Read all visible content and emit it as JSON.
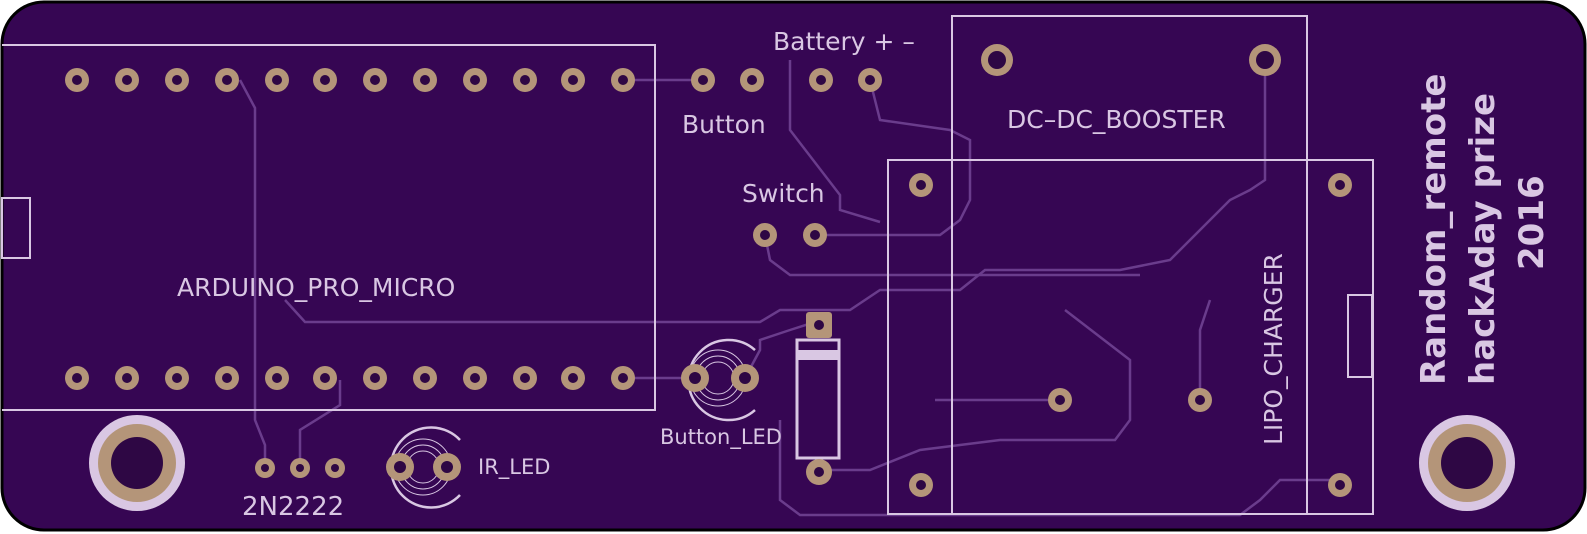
{
  "board": {
    "colors": {
      "board_fill": "#360653",
      "board_edge": "#000000",
      "silkscreen": "#d9c7e3",
      "trace": "#6a3c8c",
      "pad_copper": "#b49579",
      "drill_hole": "#2e0744"
    },
    "labels": {
      "arduino": "ARDUINO_PRO_MICRO",
      "button": "Button",
      "switch": "Switch",
      "battery": "Battery + –",
      "booster": "DC–DC_BOOSTER",
      "lipo": "LIPO_CHARGER",
      "button_led": "Button_LED",
      "ir_led": "IR_LED",
      "transistor": "2N2222",
      "title_line1": "Random_remote",
      "title_line2": "hackAday prize",
      "title_line3": "2016"
    }
  }
}
